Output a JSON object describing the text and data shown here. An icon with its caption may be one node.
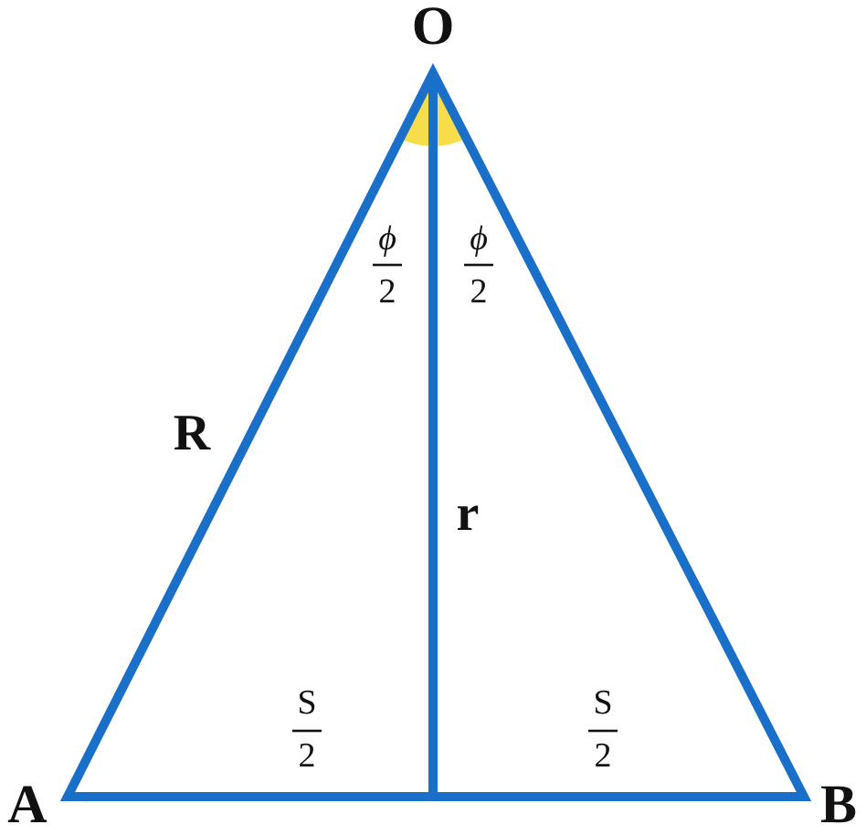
{
  "diagram": {
    "labels": [
      "O",
      "ϕ",
      "2",
      "ϕ",
      "2",
      "R",
      "r",
      "S",
      "2",
      "S",
      "2",
      "A",
      "B"
    ]
  }
}
